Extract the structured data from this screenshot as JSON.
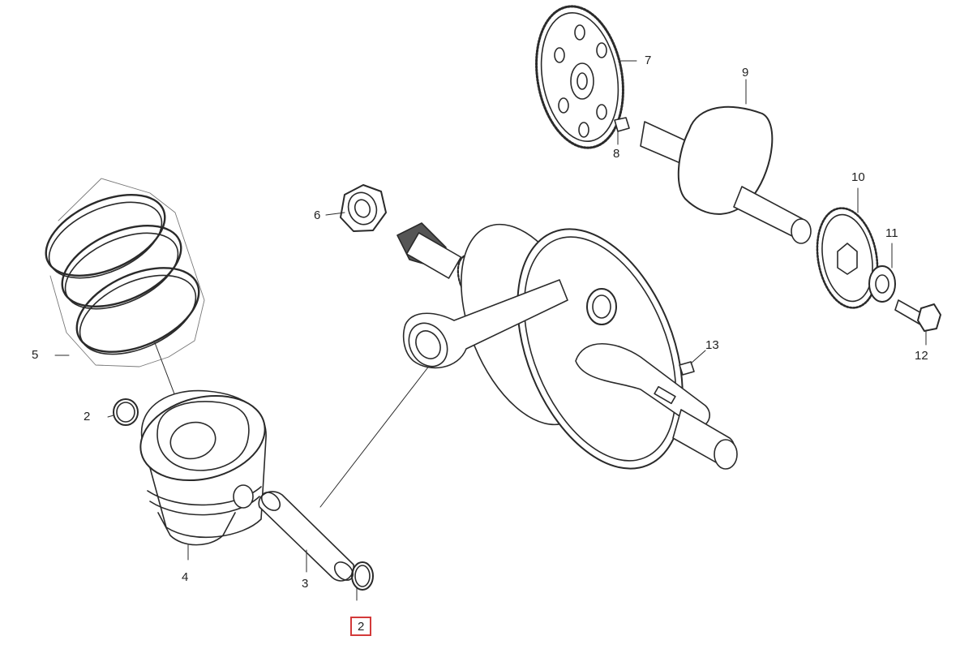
{
  "diagram": {
    "callouts": [
      {
        "id": "c1",
        "label": "2",
        "highlighted": false
      },
      {
        "id": "c2",
        "label": "3",
        "highlighted": false
      },
      {
        "id": "c3",
        "label": "4",
        "highlighted": false
      },
      {
        "id": "c4",
        "label": "5",
        "highlighted": false
      },
      {
        "id": "c5",
        "label": "6",
        "highlighted": false
      },
      {
        "id": "c6",
        "label": "7",
        "highlighted": false
      },
      {
        "id": "c7",
        "label": "8",
        "highlighted": false
      },
      {
        "id": "c8",
        "label": "9",
        "highlighted": false
      },
      {
        "id": "c9",
        "label": "10",
        "highlighted": false
      },
      {
        "id": "c10",
        "label": "11",
        "highlighted": false
      },
      {
        "id": "c11",
        "label": "12",
        "highlighted": false
      },
      {
        "id": "c12",
        "label": "13",
        "highlighted": false
      },
      {
        "id": "c13",
        "label": "2",
        "highlighted": true
      }
    ],
    "colors": {
      "line": "#2a2a2a",
      "highlight": "#d33a3a",
      "background": "#ffffff"
    }
  }
}
